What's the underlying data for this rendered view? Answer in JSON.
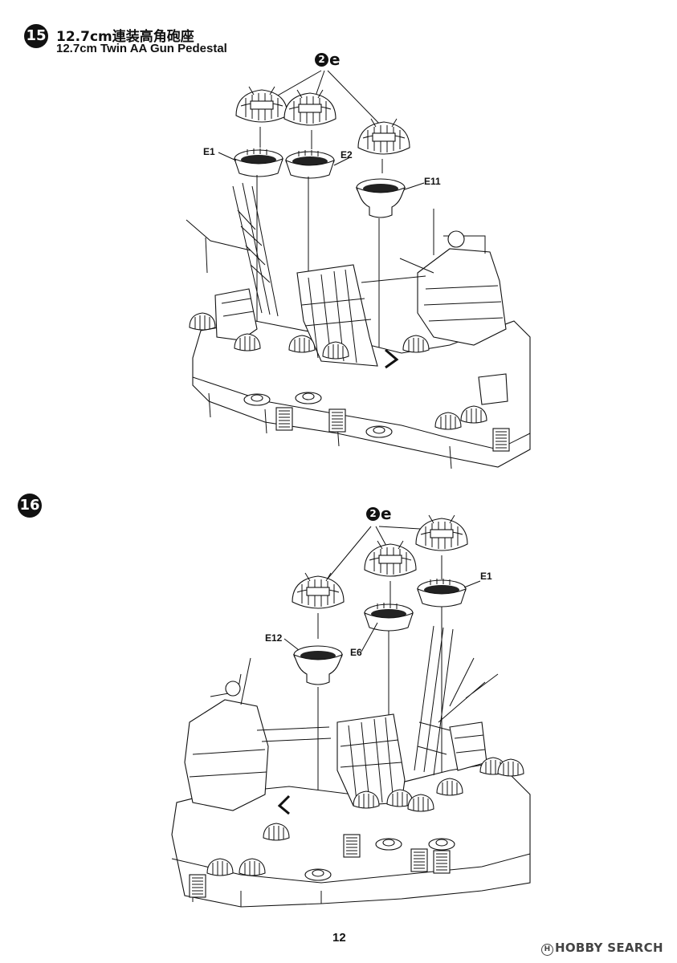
{
  "step15": {
    "number": "15",
    "title_jp": "12.7cm連装高角砲座",
    "title_en": "12.7cm Twin AA Gun Pedestal",
    "sprue": {
      "number": "2",
      "letter": "e"
    },
    "parts": [
      "E1",
      "E2",
      "E11"
    ]
  },
  "step16": {
    "number": "16",
    "sprue": {
      "number": "2",
      "letter": "e"
    },
    "parts": [
      "E1",
      "E12",
      "E6"
    ]
  },
  "page_number": "12",
  "watermark": {
    "circle_letter": "H",
    "text": "HOBBY SEARCH"
  }
}
